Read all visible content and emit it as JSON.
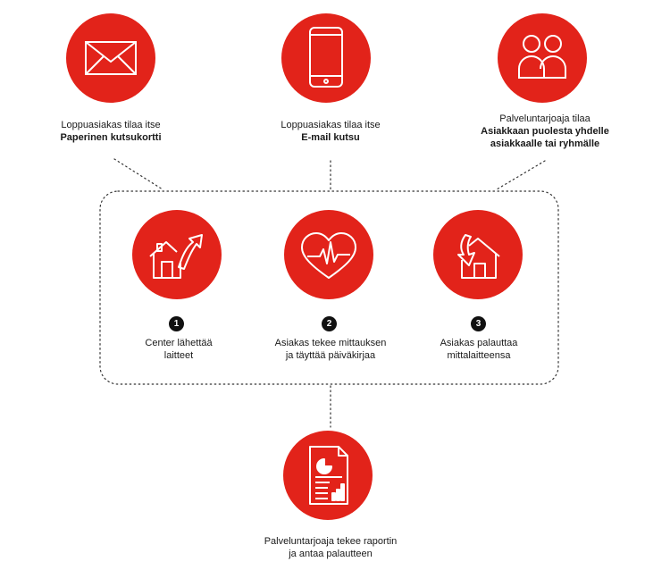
{
  "top": [
    {
      "line1": "Loppuasiakas tilaa itse",
      "line2": "Paperinen kutsukortti",
      "line3": "",
      "icon": "envelope-icon"
    },
    {
      "line1": "Loppuasiakas tilaa itse",
      "line2": "E-mail kutsu",
      "line3": "",
      "icon": "smartphone-icon"
    },
    {
      "line1": "Palveluntarjoaja tilaa",
      "line2": "Asiakkaan puolesta yhdelle",
      "line3": "asiakkaalle tai ryhmälle",
      "icon": "people-icon"
    }
  ],
  "steps": [
    {
      "number": "1",
      "line1": "Center lähettää",
      "line2": "laitteet",
      "icon": "house-arrow-out-icon"
    },
    {
      "number": "2",
      "line1": "Asiakas tekee mittauksen",
      "line2": "ja täyttää päiväkirjaa",
      "icon": "heart-pulse-icon"
    },
    {
      "number": "3",
      "line1": "Asiakas palauttaa",
      "line2": "mittalaitteensa",
      "icon": "house-arrow-in-icon"
    }
  ],
  "bottom": {
    "line1": "Palveluntarjoaja tekee raportin",
    "line2": "ja antaa palautteen",
    "icon": "report-icon"
  },
  "colors": {
    "accent": "#e2231a",
    "badge": "#111111",
    "line": "#333333"
  }
}
